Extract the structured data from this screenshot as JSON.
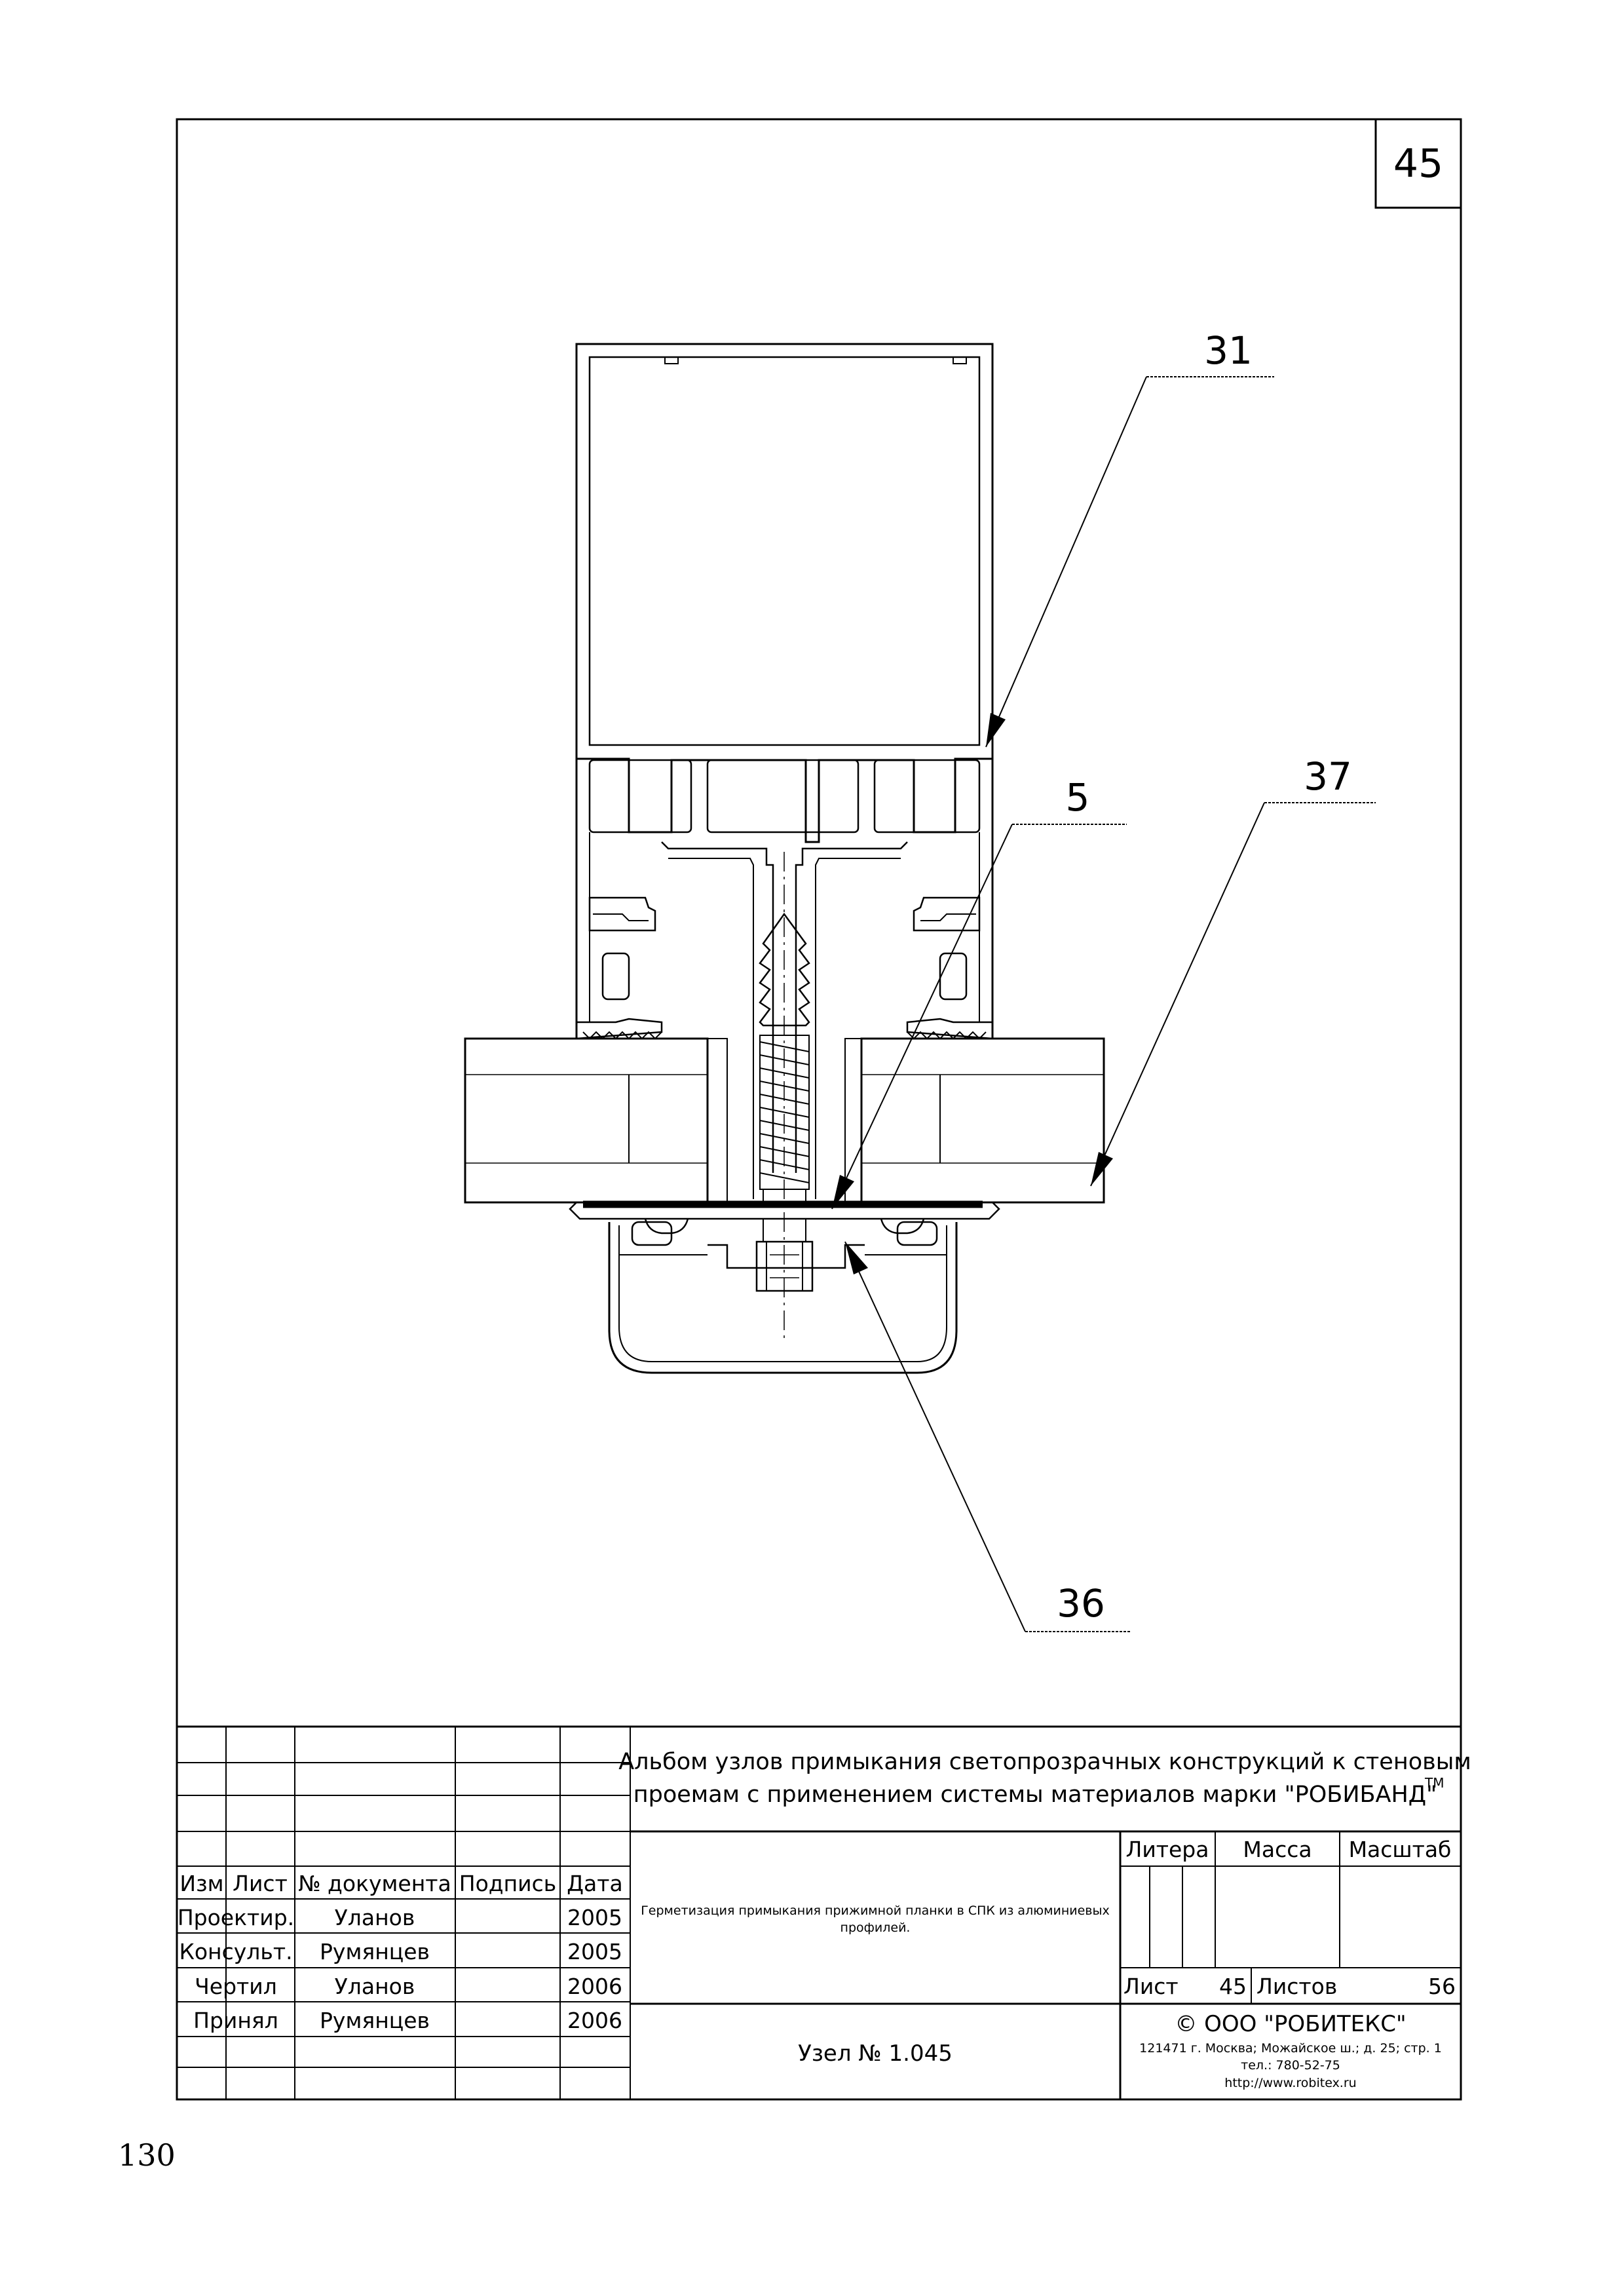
{
  "sheet": {
    "number": "45",
    "page_number": "130"
  },
  "callouts": [
    {
      "id": "31",
      "label": "31"
    },
    {
      "id": "5",
      "label": "5"
    },
    {
      "id": "37",
      "label": "37"
    },
    {
      "id": "36",
      "label": "36"
    }
  ],
  "title_block": {
    "album_title_line1": "Альбом узлов примыкания светопрозрачных конструкций к стеновым",
    "album_title_line2": "проемам с применением системы материалов марки \"РОБИБАНД\"",
    "trademark": "TM",
    "headers": {
      "izm": "Изм",
      "list": "Лист",
      "doc": "№ документа",
      "sign": "Подпись",
      "date": "Дата"
    },
    "rows": [
      {
        "role": "Проектир.",
        "name": "Уланов",
        "date": "2005"
      },
      {
        "role": "Консульт.",
        "name": "Румянцев",
        "date": "2005"
      },
      {
        "role": "Чертил",
        "name": "Уланов",
        "date": "2006"
      },
      {
        "role": "Принял",
        "name": "Румянцев",
        "date": "2006"
      }
    ],
    "description_line1": "Герметизация примыкания прижимной планки в СПК из алюминиевых",
    "description_line2": "профилей.",
    "node": "Узел № 1.045",
    "litera": "Литера",
    "massa": "Масса",
    "masshtab": "Масштаб",
    "sheet_label": "Лист",
    "sheet_value": "45",
    "sheets_label": "Листов",
    "sheets_value": "56",
    "company": "©  ООО \"РОБИТЕКС\"",
    "address": "121471 г. Москва; Можайское ш.; д. 25; стр. 1",
    "phone": "тел.: 780-52-75",
    "website": "http://www.robitex.ru"
  }
}
